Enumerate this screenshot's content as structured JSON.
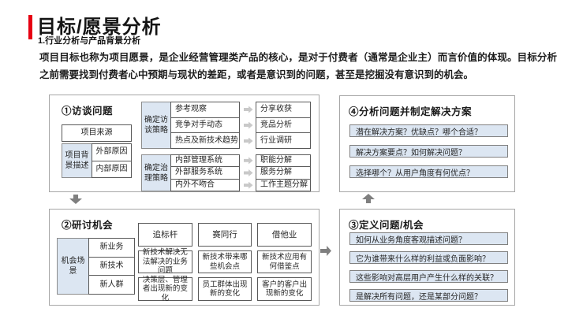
{
  "header": {
    "title": "目标/愿景分析",
    "subtitle": "1.行业分析与产品背景分析"
  },
  "intro": {
    "text": "项目目标也称为项目愿景，是企业经营管理类产品的核心，是对于付费者（通常是企业主）而言价值的体现。目标分析之前需要找到付费者心中预期与现状的差距，或者是意识到的问题，甚至是挖掘没有意识到的机会。"
  },
  "colors": {
    "accent_red": "#e60012",
    "cell_blue": "#dce6f2",
    "panel_border": "#a6a6a6",
    "cell_border": "#595959",
    "flow_arrow_gray": "#7f7f7f",
    "small_arrow_gray": "#c9c9c9"
  },
  "panels": {
    "interview": {
      "label": "①访谈问题",
      "project_source": "项目来源",
      "background": {
        "header": "项目背景描述",
        "rows": [
          "外部原因",
          "内部原因"
        ]
      },
      "groups": [
        {
          "header": "确定访谈策略",
          "items": [
            "参考观察",
            "竞争对手动态",
            "热点及新技术趋势"
          ],
          "outcomes": [
            "分享收获",
            "竞品分析",
            "行业调研"
          ]
        },
        {
          "header": "确定治理策略",
          "items": [
            "内部管理系统",
            "外部服务系统",
            "内外不吻合"
          ],
          "outcomes": [
            "职能分解",
            "服务分解",
            "工作主题分解"
          ]
        }
      ]
    },
    "opportunity": {
      "label": "②研讨机会",
      "scene": {
        "header": "机会场景",
        "rows": [
          "新业务",
          "新技术",
          "新人群"
        ]
      },
      "grid": [
        [
          "追标杆",
          "赛同行",
          "借他业"
        ],
        [
          "新技术解决无法解决的业务问题",
          "新技术带来哪些机会点",
          "新技术应用有何借鉴点"
        ],
        [
          "决策层、管理者出现新的变化",
          "员工群体出现新的变化",
          "客户的客户出现新的变化"
        ]
      ]
    },
    "define": {
      "label": "③定义问题/机会",
      "questions": [
        "如何从业务角度客观描述问题？",
        "它为谁带来什么样的利益或负面影响？",
        "这些影响对高层用户产生什么样的关联？",
        "是解决所有问题，还是某部分问题？"
      ]
    },
    "solution": {
      "label": "④分析问题并制定解决方案",
      "questions": [
        "潜在解决方案？优缺点？哪个合适？",
        "解决方案要点？如何解决问题？",
        "选择哪个？从用户角度有何优点？"
      ]
    }
  }
}
